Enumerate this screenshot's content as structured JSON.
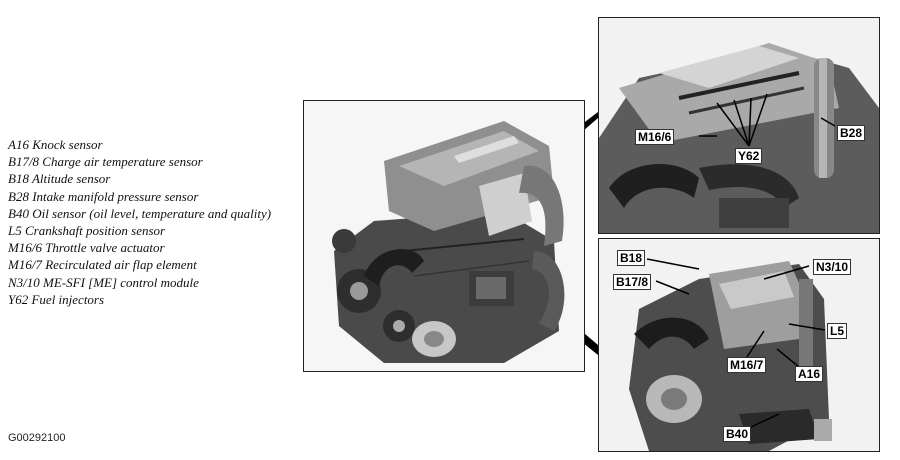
{
  "legend": [
    "A16 Knock sensor",
    "B17/8 Charge air temperature sensor",
    "B18 Altitude sensor",
    "B28 Intake manifold pressure sensor",
    "B40 Oil sensor (oil level, temperature and quality)",
    "L5 Crankshaft position sensor",
    "M16/6 Throttle valve actuator",
    "M16/7 Recirculated air flap element",
    "N3/10 ME-SFI [ME] control module",
    "Y62 Fuel injectors"
  ],
  "figure_code": "G00292100",
  "top_callouts": {
    "m16_6": "M16/6",
    "y62": "Y62",
    "b28": "B28"
  },
  "bottom_callouts": {
    "b18": "B18",
    "n3_10": "N3/10",
    "b17_8": "B17/8",
    "l5": "L5",
    "m16_7": "M16/7",
    "a16": "A16",
    "b40": "B40"
  },
  "colors": {
    "engine_dark": "#2a2a2a",
    "engine_mid": "#6e6e6e",
    "engine_light": "#bdbdbd",
    "panel_bg": "#f4f4f4",
    "connector": "#000000"
  }
}
